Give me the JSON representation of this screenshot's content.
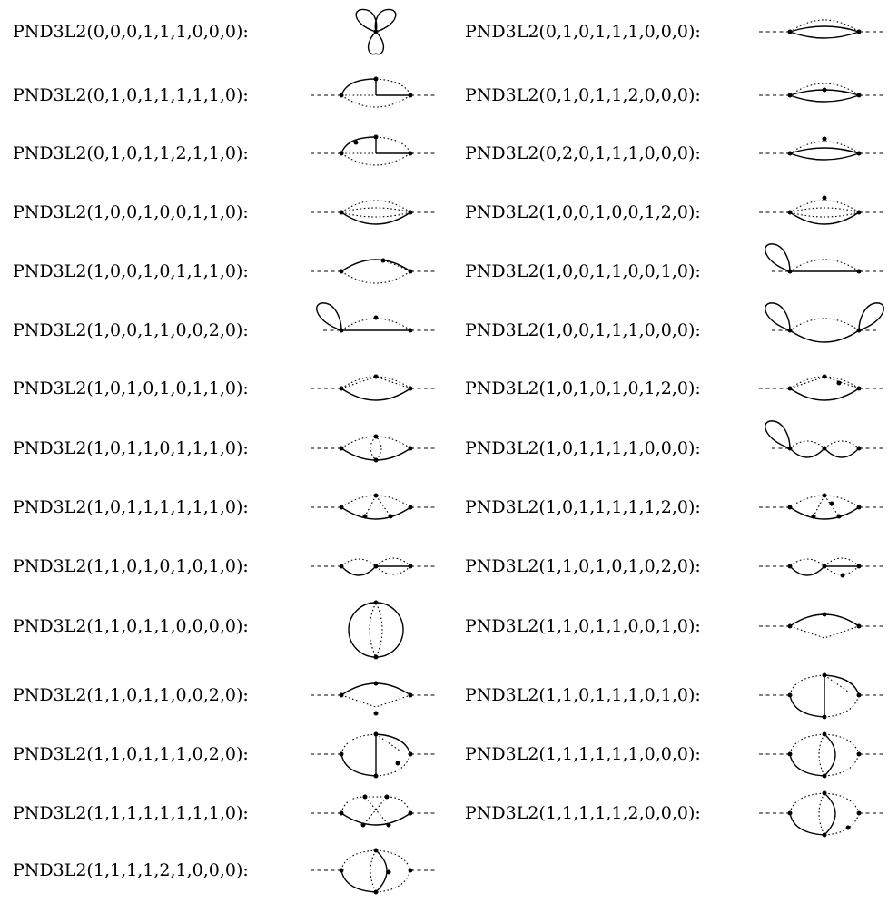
{
  "integrals": [
    {
      "label": "PND3L2(0,0,0,1,1,1,0,0,0):",
      "diagram": "three-petal-vacuum"
    },
    {
      "label": "PND3L2(0,1,0,1,1,1,0,0,0):",
      "diagram": "sunset-two-solid"
    },
    {
      "label": "PND3L2(0,1,0,1,1,1,1,1,0):",
      "diagram": "corner-solid-vertex"
    },
    {
      "label": "PND3L2(0,1,0,1,1,2,0,0,0):",
      "diagram": "sunset-two-solid-dot"
    },
    {
      "label": "PND3L2(0,1,0,1,1,2,1,1,0):",
      "diagram": "corner-solid-two-dots"
    },
    {
      "label": "PND3L2(0,2,0,1,1,1,0,0,0):",
      "diagram": "sunset-two-solid-dot-top"
    },
    {
      "label": "PND3L2(1,0,0,1,0,0,1,1,0):",
      "diagram": "sunset-bottom-solid"
    },
    {
      "label": "PND3L2(1,0,0,1,0,0,1,2,0):",
      "diagram": "sunset-bottom-solid-dot"
    },
    {
      "label": "PND3L2(1,0,0,1,0,1,1,1,0):",
      "diagram": "top-solid-arc-with-chord"
    },
    {
      "label": "PND3L2(1,0,0,1,1,0,0,1,0):",
      "diagram": "tadpole-left"
    },
    {
      "label": "PND3L2(1,0,0,1,1,0,0,2,0):",
      "diagram": "tadpole-left-dot"
    },
    {
      "label": "PND3L2(1,0,0,1,1,1,0,0,0):",
      "diagram": "two-tadpoles"
    },
    {
      "label": "PND3L2(1,0,1,0,1,0,1,1,0):",
      "diagram": "bubble-vertex-top"
    },
    {
      "label": "PND3L2(1,0,1,0,1,0,1,2,0):",
      "diagram": "bubble-vertex-top-dot"
    },
    {
      "label": "PND3L2(1,0,1,1,0,1,1,1,0):",
      "diagram": "bubble-ellipse"
    },
    {
      "label": "PND3L2(1,0,1,1,1,1,0,0,0):",
      "diagram": "tadpole-two-bubbles"
    },
    {
      "label": "PND3L2(1,0,1,1,1,1,1,1,0):",
      "diagram": "bubble-triangle"
    },
    {
      "label": "PND3L2(1,0,1,1,1,1,1,2,0):",
      "diagram": "bubble-triangle-dot"
    },
    {
      "label": "PND3L2(1,1,0,1,0,1,0,1,0):",
      "diagram": "two-bubbles-chord"
    },
    {
      "label": "PND3L2(1,1,0,1,0,1,0,2,0):",
      "diagram": "two-bubbles-chord-dot"
    },
    {
      "label": "PND3L2(1,1,0,1,1,0,0,0,0):",
      "diagram": "circle-vacuum"
    },
    {
      "label": "PND3L2(1,1,0,1,1,0,0,1,0):",
      "diagram": "top-solid-arc-vertex"
    },
    {
      "label": "PND3L2(1,1,0,1,1,0,0,2,0):",
      "diagram": "top-solid-arc-vertex-dot"
    },
    {
      "label": "PND3L2(1,1,0,1,1,1,0,1,0):",
      "diagram": "vertical-solid-rung"
    },
    {
      "label": "PND3L2(1,1,0,1,1,1,0,2,0):",
      "diagram": "vertical-solid-rung-dot"
    },
    {
      "label": "PND3L2(1,1,1,1,1,1,0,0,0):",
      "diagram": "crossed-arcs"
    },
    {
      "label": "PND3L2(1,1,1,1,1,1,1,1,0):",
      "diagram": "crossed-chords"
    },
    {
      "label": "PND3L2(1,1,1,1,1,2,0,0,0):",
      "diagram": "crossed-arcs-dot"
    },
    {
      "label": "PND3L2(1,1,1,1,2,1,0,0,0):",
      "diagram": "crossed-arcs-vertex"
    }
  ]
}
